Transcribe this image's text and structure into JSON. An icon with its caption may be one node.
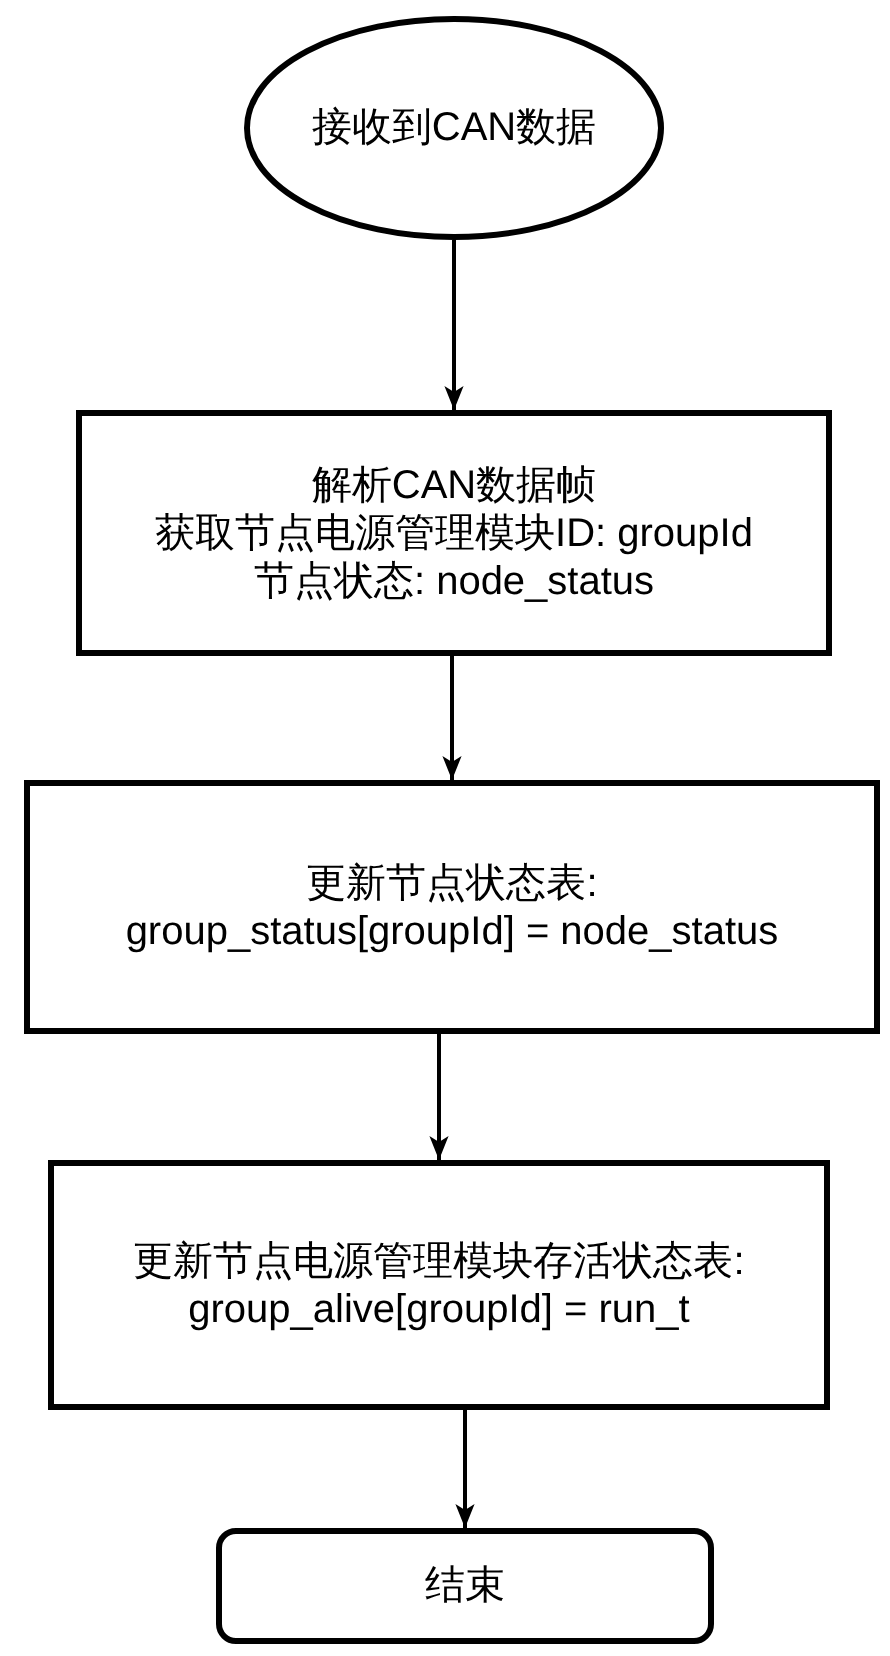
{
  "diagram": {
    "nodes": [
      {
        "text": [
          "接收到CAN数据"
        ]
      },
      {
        "text": [
          "解析CAN数据帧",
          "获取节点电源管理模块ID: groupId",
          "节点状态: node_status"
        ]
      },
      {
        "text": [
          "更新节点状态表:",
          "group_status[groupId] = node_status"
        ]
      },
      {
        "text": [
          "更新节点电源管理模块存活状态表:",
          "group_alive[groupId] = run_t"
        ]
      },
      {
        "text": [
          "结束"
        ]
      }
    ],
    "edges": [
      {
        "from": 0,
        "to": 1,
        "arrow": "to"
      },
      {
        "from": 1,
        "to": 2,
        "arrow": "to"
      },
      {
        "from": 2,
        "to": 3,
        "arrow": "to"
      },
      {
        "from": 3,
        "to": 4,
        "arrow": "to"
      }
    ]
  }
}
